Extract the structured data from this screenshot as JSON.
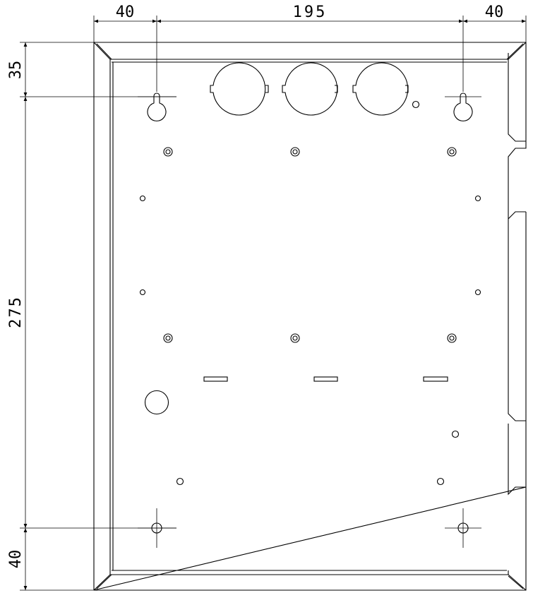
{
  "dimensions": {
    "top_left": "40",
    "top_middle": "195",
    "top_right": "40",
    "left_top": "35",
    "left_middle": "275",
    "left_bottom": "40"
  },
  "colors": {
    "stroke": "#000000",
    "background": "#ffffff"
  }
}
